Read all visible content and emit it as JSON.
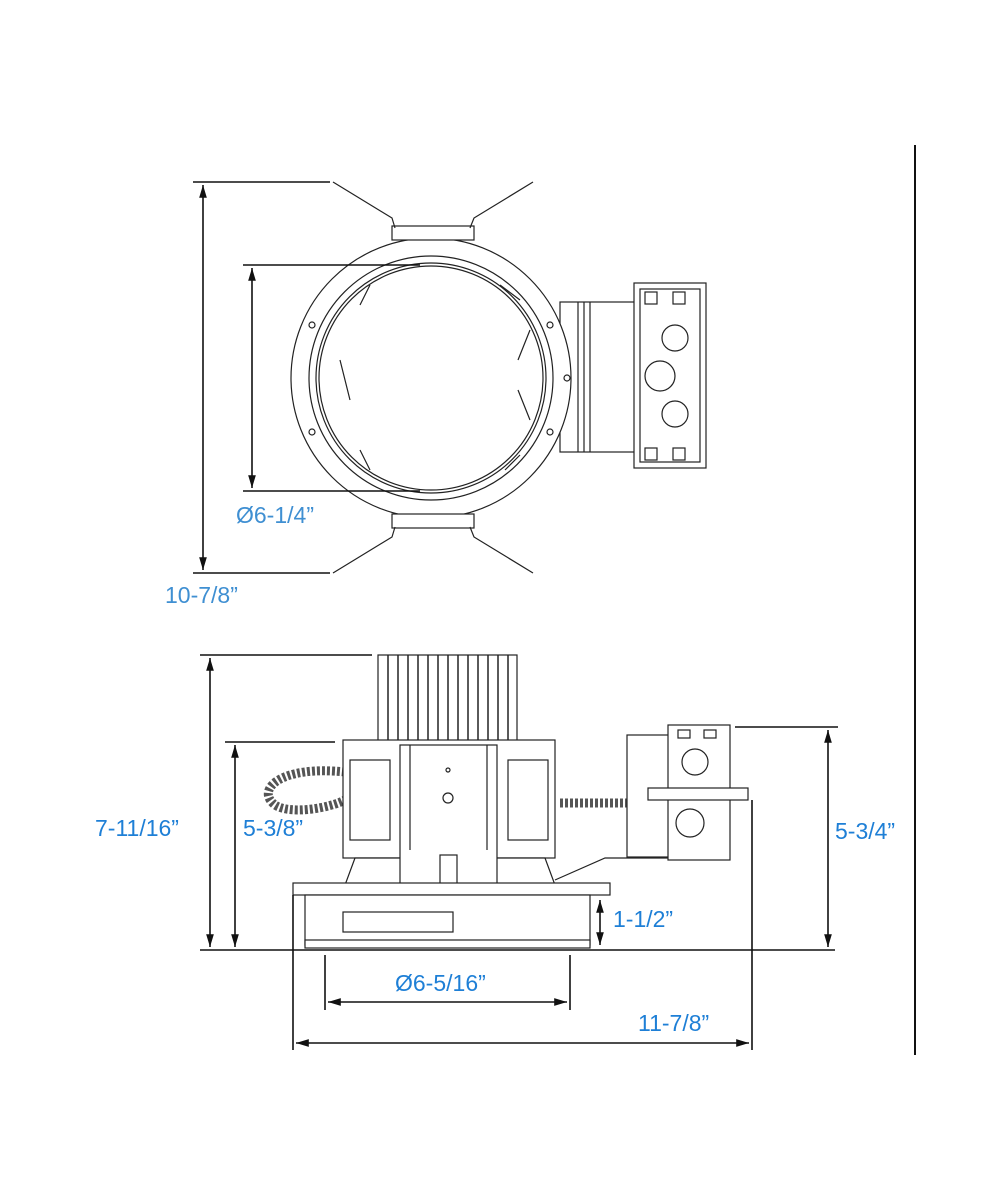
{
  "top_view": {
    "inner_diameter_label": "Ø6-1/4”",
    "overall_length_label": "10-7/8”"
  },
  "side_view": {
    "overall_height_label": "7-11/16”",
    "housing_height_label": "5-3/8”",
    "trim_height_label": "1-1/2”",
    "junction_box_height_label": "5-3/4”",
    "aperture_diameter_label": "Ø6-5/16”",
    "overall_width_label": "11-7/8”"
  },
  "colors": {
    "dimension_text": "#1e7fd6",
    "line": "#111111"
  }
}
